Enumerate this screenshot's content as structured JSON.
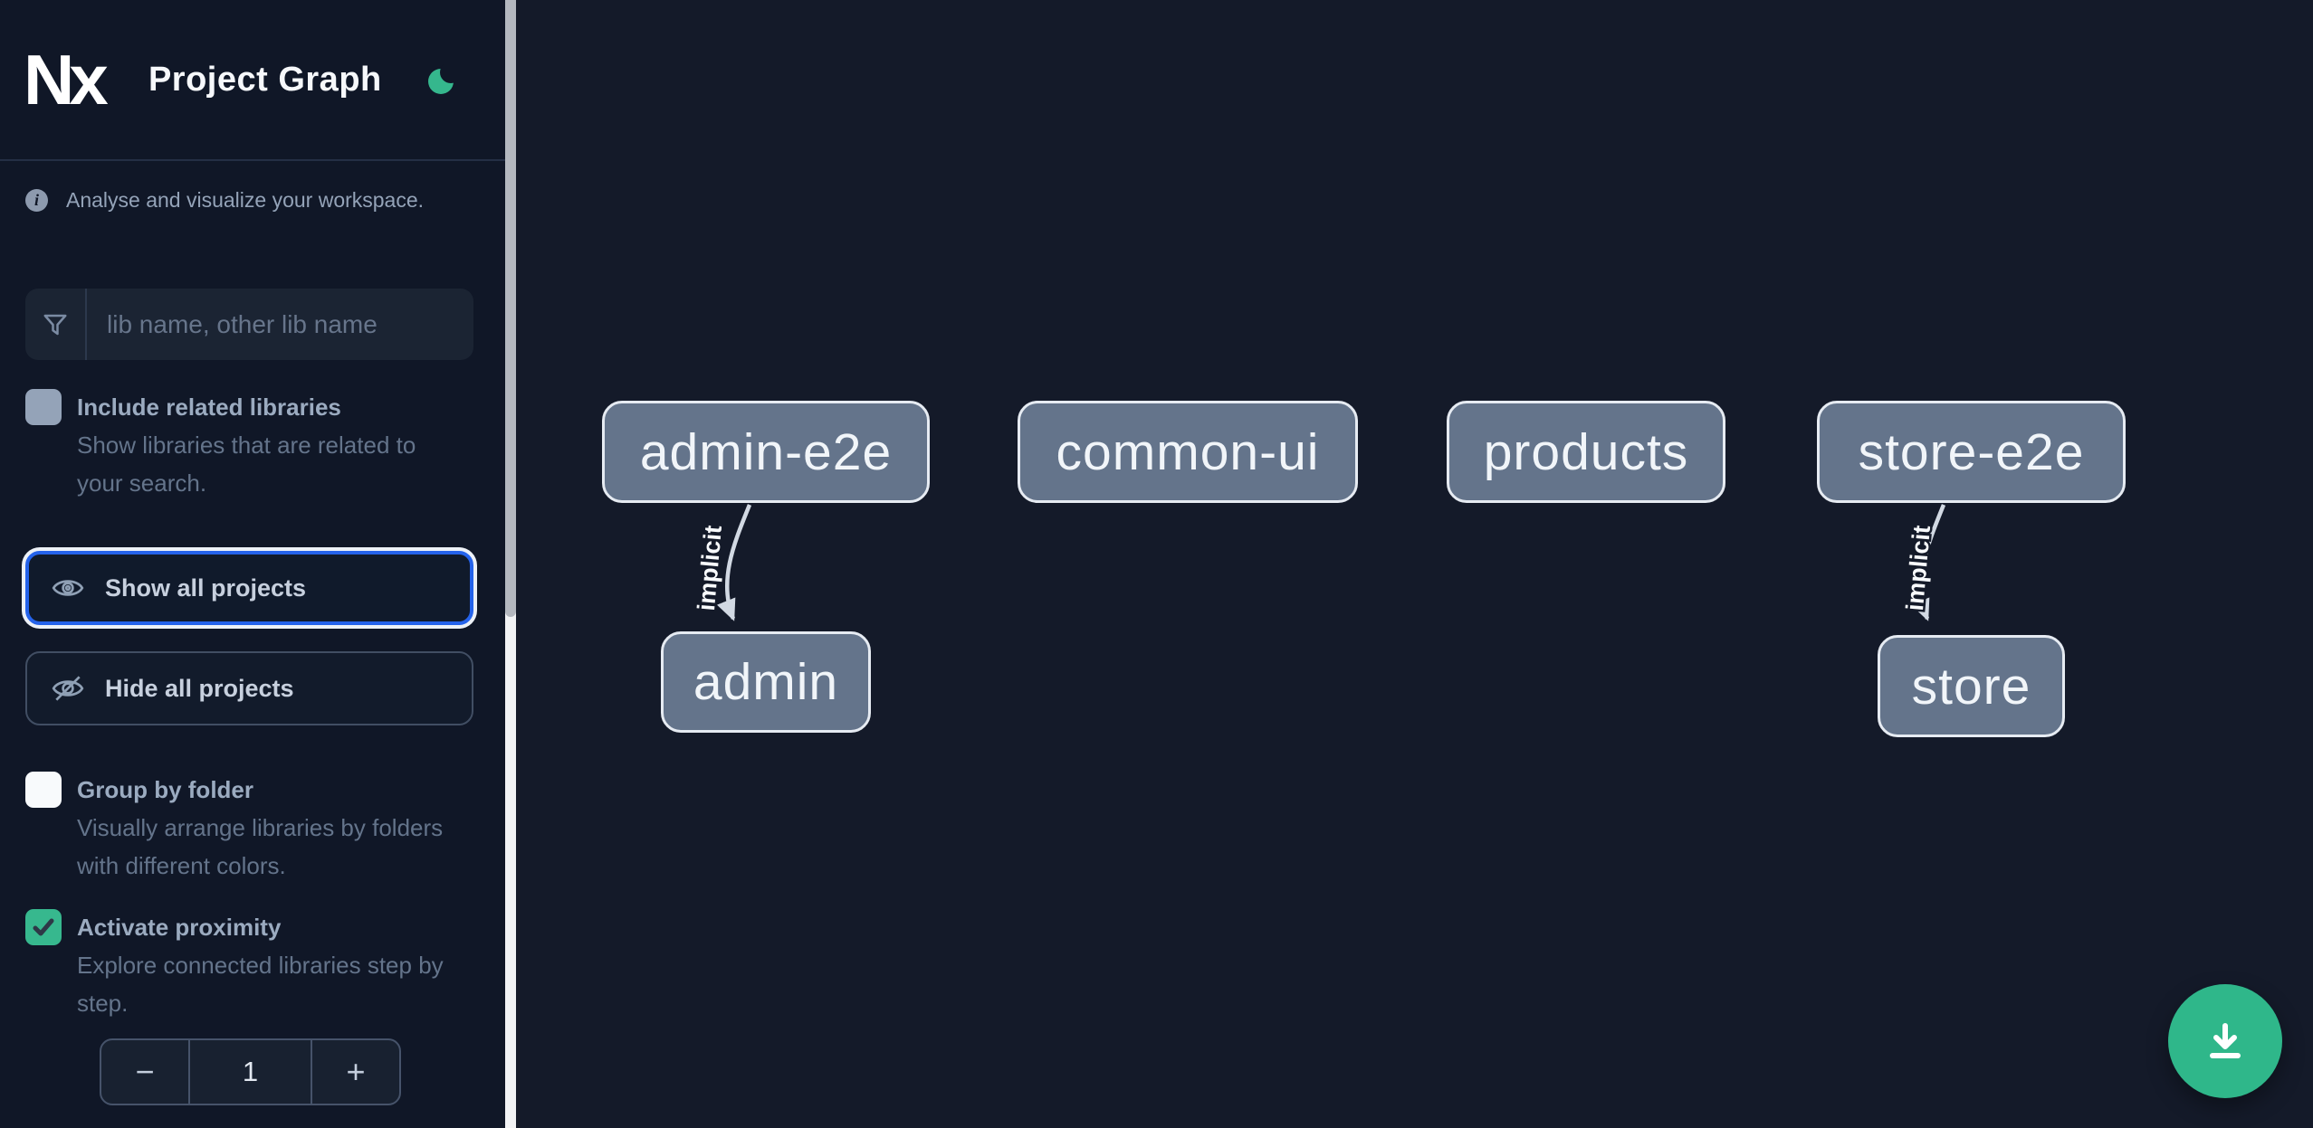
{
  "header": {
    "logo_text": "Nx",
    "title": "Project Graph"
  },
  "sidebar": {
    "info": {
      "text": "Analyse and visualize your workspace."
    },
    "search": {
      "placeholder": "lib name, other lib name"
    },
    "toggles": {
      "include_related": {
        "label": "Include related libraries",
        "description": "Show libraries that are related to your search.",
        "checked": false
      },
      "group_by_folder": {
        "label": "Group by folder",
        "description": "Visually arrange libraries by folders with different colors.",
        "checked": false
      },
      "activate_proximity": {
        "label": "Activate proximity",
        "description": "Explore connected libraries step by step.",
        "checked": true
      }
    },
    "buttons": {
      "show_all": {
        "label": "Show all projects",
        "focused": true
      },
      "hide_all": {
        "label": "Hide all projects",
        "focused": false
      }
    },
    "stepper": {
      "decrement": "−",
      "value": "1",
      "increment": "+"
    }
  },
  "graph": {
    "nodes": [
      {
        "id": "admin-e2e",
        "label": "admin-e2e"
      },
      {
        "id": "common-ui",
        "label": "common-ui"
      },
      {
        "id": "products",
        "label": "products"
      },
      {
        "id": "store-e2e",
        "label": "store-e2e"
      },
      {
        "id": "admin",
        "label": "admin"
      },
      {
        "id": "store",
        "label": "store"
      }
    ],
    "edges": [
      {
        "from": "admin-e2e",
        "to": "admin",
        "label": "implicit"
      },
      {
        "from": "store-e2e",
        "to": "store",
        "label": "implicit"
      }
    ]
  },
  "fab": {
    "action": "download"
  },
  "colors": {
    "sidebar_bg": "#101727",
    "canvas_bg": "#141a29",
    "accent_green": "#2fb78a",
    "focus_blue": "#2563eb",
    "node_fill": "#64748b",
    "edge_gray": "#d2d9e3"
  }
}
